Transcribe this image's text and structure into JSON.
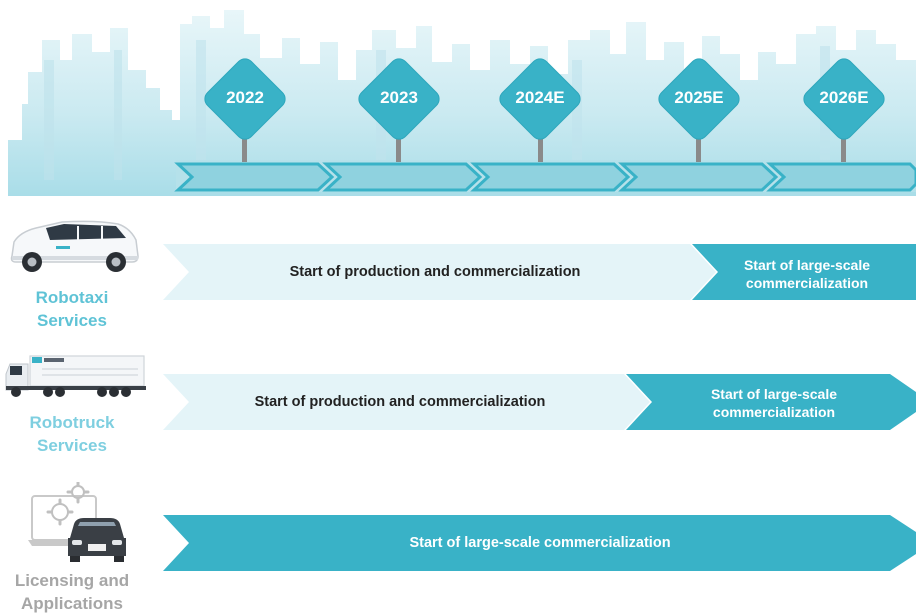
{
  "timeline": {
    "years": [
      "2022",
      "2023",
      "2024E",
      "2025E",
      "2026E"
    ]
  },
  "rows": [
    {
      "title": "Robotaxi\nServices",
      "icon": "robotaxi-van-icon",
      "phase1": "Start of production and commercialization",
      "phase2": "Start of large-scale\ncommercialization"
    },
    {
      "title": "Robotruck\nServices",
      "icon": "robotruck-icon",
      "phase1": "Start of production and commercialization",
      "phase2": "Start of large-scale\ncommercialization"
    },
    {
      "title": "Licensing and\nApplications",
      "icon": "licensing-car-gear-icon",
      "phase1": "Start of large-scale commercialization"
    }
  ],
  "colors": {
    "accent": "#39b2c7",
    "accent_dark": "#2ea7bc",
    "band_light": "#e4f4f8",
    "skyline": "#cdeaf1",
    "title_teal": "#5fc3d6",
    "title_teal_light": "#7fcfe0",
    "title_gray": "#a6a6a6"
  }
}
